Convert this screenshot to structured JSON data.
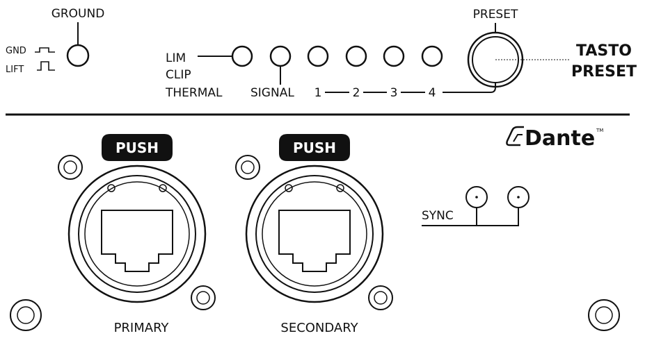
{
  "colors": {
    "ink": "#111111",
    "background": "#ffffff",
    "push_badge": "#111111",
    "push_text": "#ffffff"
  },
  "ground": {
    "title": "GROUND",
    "gnd_label": "GND",
    "lift_label": "LIFT"
  },
  "leds": {
    "lim_label": "LIM",
    "clip_label": "CLIP",
    "thermal_label": "THERMAL",
    "signal_label": "SIGNAL",
    "numbers": [
      "1",
      "2",
      "3",
      "4"
    ]
  },
  "preset": {
    "title": "PRESET",
    "callout_line1": "TASTO",
    "callout_line2": "PRESET"
  },
  "dante": {
    "brand": "Dante",
    "trademark": "TM"
  },
  "ports": {
    "primary": {
      "badge": "PUSH",
      "label": "PRIMARY"
    },
    "secondary": {
      "badge": "PUSH",
      "label": "SECONDARY"
    }
  },
  "sync": {
    "label": "SYNC"
  }
}
